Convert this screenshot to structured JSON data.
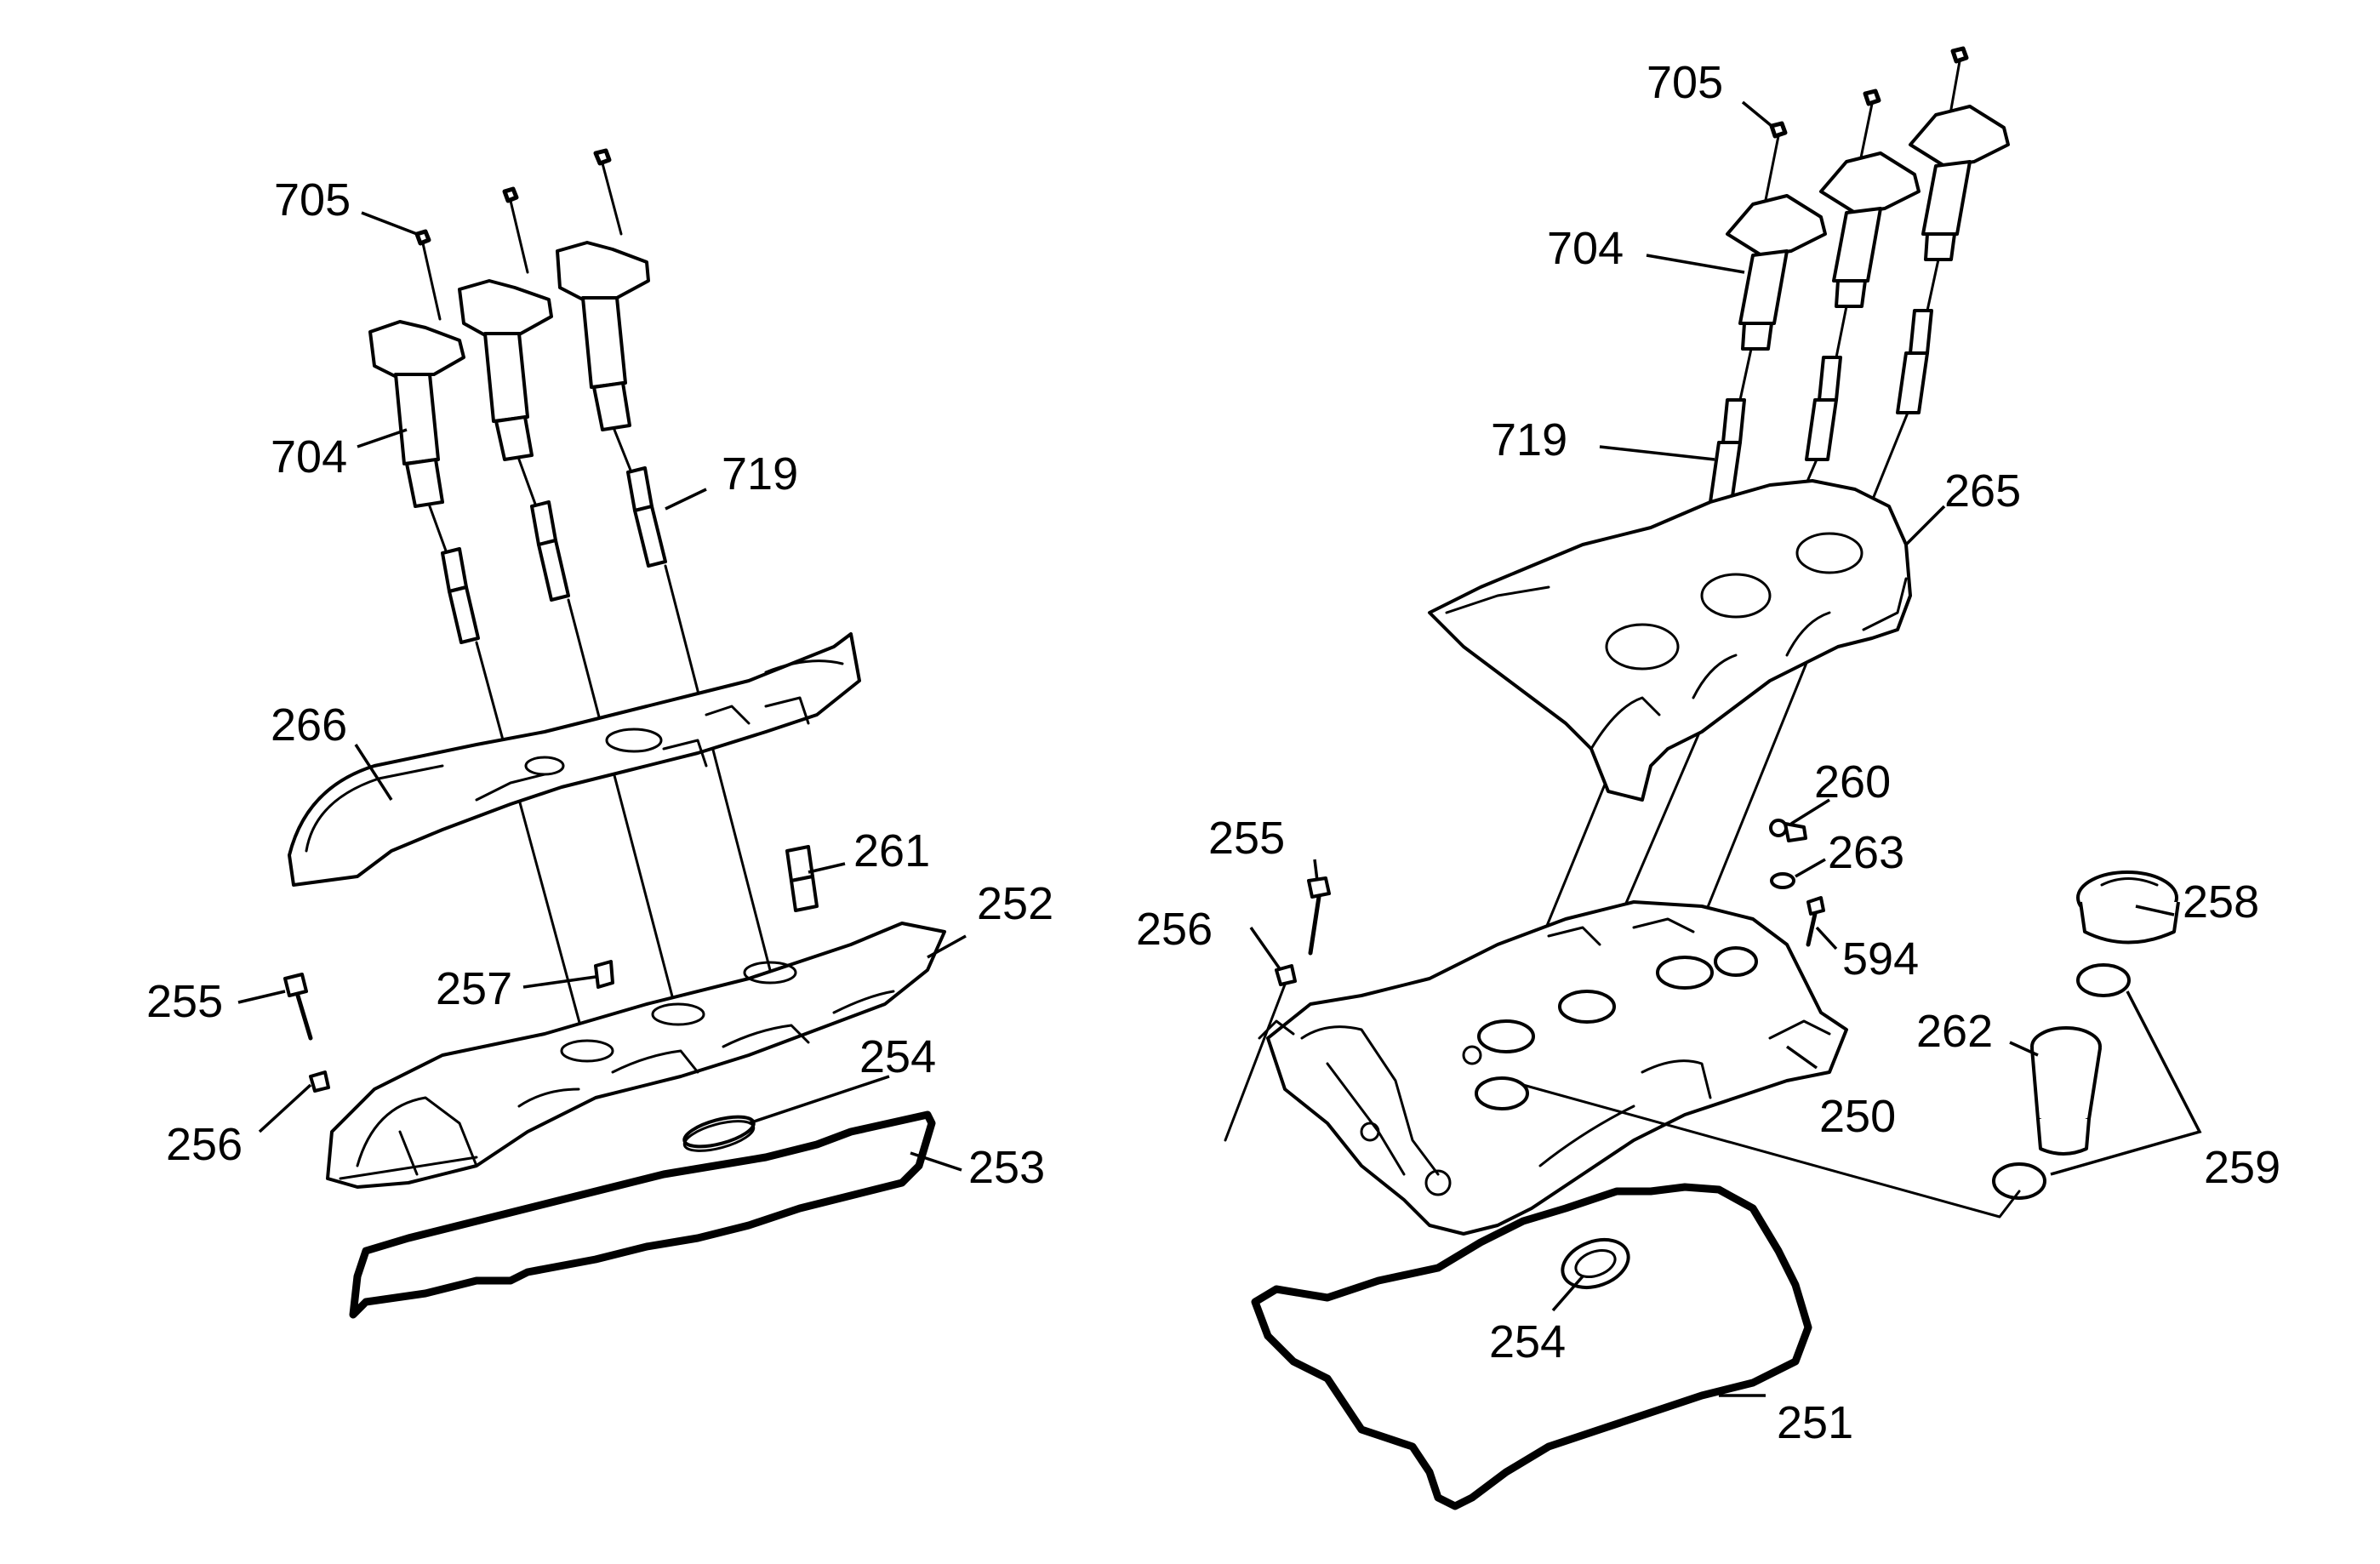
{
  "callouts": {
    "l705": "705",
    "l704": "704",
    "l719": "719",
    "l266": "266",
    "l261": "261",
    "l252": "252",
    "l257": "257",
    "l255": "255",
    "l256": "256",
    "l254": "254",
    "l253": "253",
    "r705": "705",
    "r704": "704",
    "r719": "719",
    "r265": "265",
    "r260": "260",
    "r263": "263",
    "r255": "255",
    "r256": "256",
    "r594": "594",
    "r258": "258",
    "r262": "262",
    "r250": "250",
    "r259": "259",
    "r254": "254",
    "r251": "251"
  }
}
